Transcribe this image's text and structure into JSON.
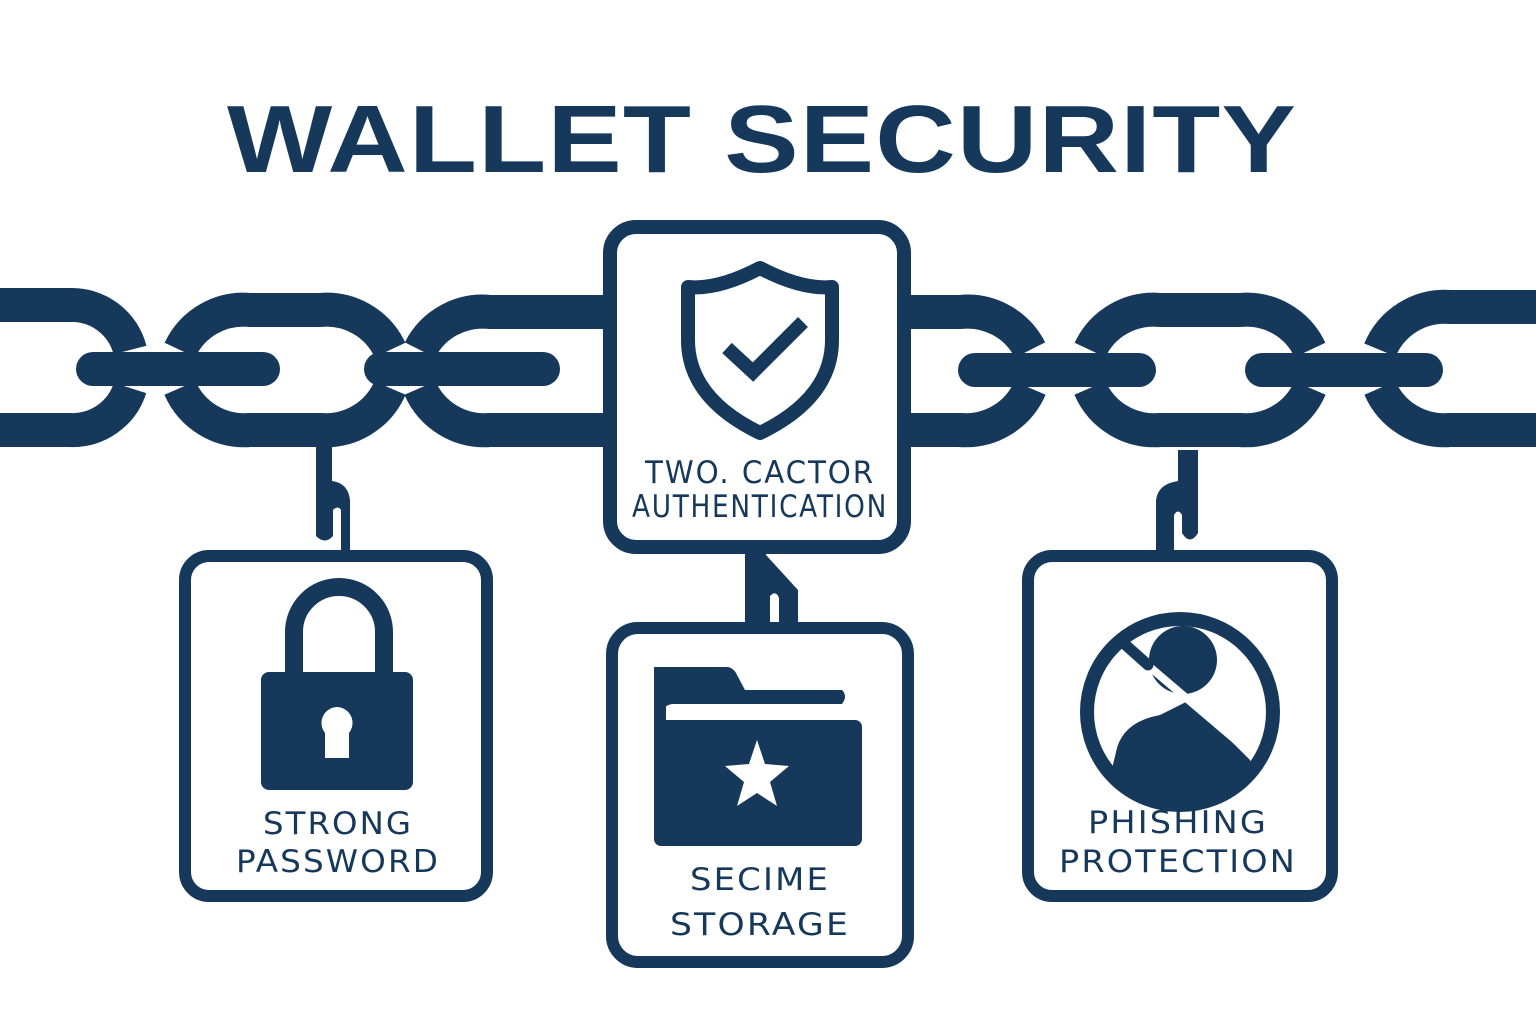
{
  "title": "WALLET SECURITY",
  "colors": {
    "ink": "#16385a",
    "background": "#ffffff"
  },
  "cards": [
    {
      "id": "two-factor",
      "icon": "shield-check-icon",
      "line1": "TWO. CACTOR",
      "line2": "AUTHENTICATION"
    },
    {
      "id": "strong-password",
      "icon": "padlock-icon",
      "line1": "STRONG",
      "line2": "PASSWORD"
    },
    {
      "id": "secure-storage",
      "icon": "folder-star-icon",
      "line1": "SECIME",
      "line2": "STORAGE"
    },
    {
      "id": "phishing-protection",
      "icon": "no-phishing-icon",
      "line1": "PHISHING",
      "line2": "PROTECTION"
    }
  ]
}
